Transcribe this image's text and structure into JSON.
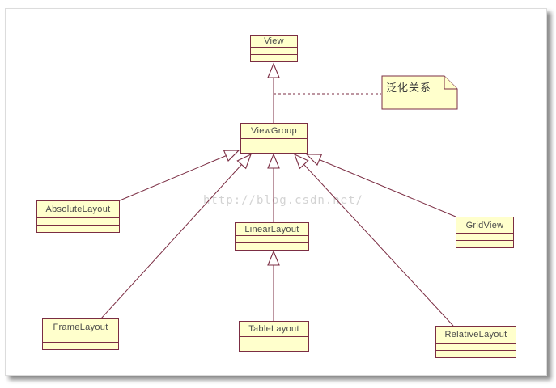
{
  "diagram": {
    "watermark": "http://blog.csdn.net/",
    "note": {
      "label": "泛化关系"
    },
    "nodes": {
      "view": {
        "label": "View"
      },
      "viewgroup": {
        "label": "ViewGroup"
      },
      "absolutelayout": {
        "label": "AbsoluteLayout"
      },
      "linearlayout": {
        "label": "LinearLayout"
      },
      "gridview": {
        "label": "GridView"
      },
      "framelayout": {
        "label": "FrameLayout"
      },
      "tablelayout": {
        "label": "TableLayout"
      },
      "relativelayout": {
        "label": "RelativeLayout"
      }
    },
    "edges": [
      {
        "from": "ViewGroup",
        "to": "View",
        "type": "generalization"
      },
      {
        "from": "AbsoluteLayout",
        "to": "ViewGroup",
        "type": "generalization"
      },
      {
        "from": "FrameLayout",
        "to": "ViewGroup",
        "type": "generalization"
      },
      {
        "from": "LinearLayout",
        "to": "ViewGroup",
        "type": "generalization"
      },
      {
        "from": "RelativeLayout",
        "to": "ViewGroup",
        "type": "generalization"
      },
      {
        "from": "GridView",
        "to": "ViewGroup",
        "type": "generalization"
      },
      {
        "from": "TableLayout",
        "to": "LinearLayout",
        "type": "generalization"
      },
      {
        "from": "note",
        "to": "ViewGroup-View-edge",
        "type": "note-anchor"
      }
    ],
    "colors": {
      "node_fill": "#FFFFCC",
      "line": "#7B2D43",
      "watermark_text": "#D3D3D3"
    }
  }
}
